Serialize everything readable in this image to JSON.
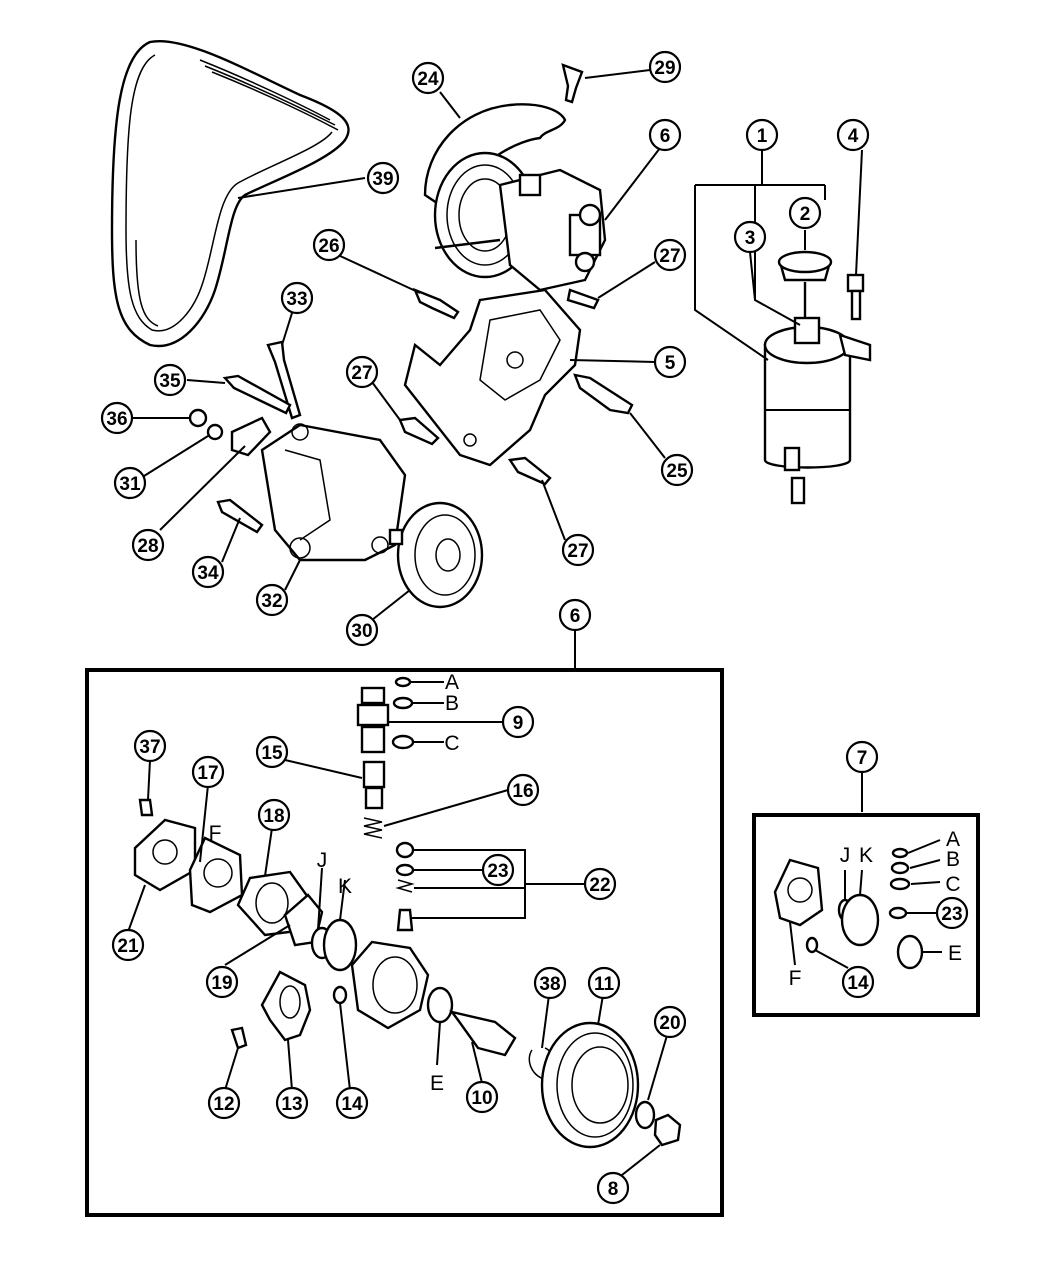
{
  "diagram": {
    "callouts": [
      {
        "id": "c1",
        "text": "1"
      },
      {
        "id": "c2",
        "text": "2"
      },
      {
        "id": "c3",
        "text": "3"
      },
      {
        "id": "c4",
        "text": "4"
      },
      {
        "id": "c5",
        "text": "5"
      },
      {
        "id": "c6a",
        "text": "6"
      },
      {
        "id": "c6b",
        "text": "6"
      },
      {
        "id": "c7",
        "text": "7"
      },
      {
        "id": "c8",
        "text": "8"
      },
      {
        "id": "c9",
        "text": "9"
      },
      {
        "id": "c10",
        "text": "10"
      },
      {
        "id": "c11",
        "text": "11"
      },
      {
        "id": "c12",
        "text": "12"
      },
      {
        "id": "c13",
        "text": "13"
      },
      {
        "id": "c14a",
        "text": "14"
      },
      {
        "id": "c14b",
        "text": "14"
      },
      {
        "id": "c15",
        "text": "15"
      },
      {
        "id": "c16",
        "text": "16"
      },
      {
        "id": "c17",
        "text": "17"
      },
      {
        "id": "c18",
        "text": "18"
      },
      {
        "id": "c19",
        "text": "19"
      },
      {
        "id": "c20",
        "text": "20"
      },
      {
        "id": "c21",
        "text": "21"
      },
      {
        "id": "c22",
        "text": "22"
      },
      {
        "id": "c23a",
        "text": "23"
      },
      {
        "id": "c23b",
        "text": "23"
      },
      {
        "id": "c24",
        "text": "24"
      },
      {
        "id": "c25",
        "text": "25"
      },
      {
        "id": "c26",
        "text": "26"
      },
      {
        "id": "c27a",
        "text": "27"
      },
      {
        "id": "c27b",
        "text": "27"
      },
      {
        "id": "c27c",
        "text": "27"
      },
      {
        "id": "c28",
        "text": "28"
      },
      {
        "id": "c29",
        "text": "29"
      },
      {
        "id": "c30",
        "text": "30"
      },
      {
        "id": "c31",
        "text": "31"
      },
      {
        "id": "c32",
        "text": "32"
      },
      {
        "id": "c33",
        "text": "33"
      },
      {
        "id": "c34",
        "text": "34"
      },
      {
        "id": "c35",
        "text": "35"
      },
      {
        "id": "c36",
        "text": "36"
      },
      {
        "id": "c37",
        "text": "37"
      },
      {
        "id": "c38",
        "text": "38"
      },
      {
        "id": "c39",
        "text": "39"
      }
    ],
    "letters": [
      {
        "id": "lA1",
        "text": "A"
      },
      {
        "id": "lB1",
        "text": "B"
      },
      {
        "id": "lC1",
        "text": "C"
      },
      {
        "id": "lF1",
        "text": "F"
      },
      {
        "id": "lJ1",
        "text": "J"
      },
      {
        "id": "lK1",
        "text": "K"
      },
      {
        "id": "lE1",
        "text": "E"
      },
      {
        "id": "lA2",
        "text": "A"
      },
      {
        "id": "lB2",
        "text": "B"
      },
      {
        "id": "lC2",
        "text": "C"
      },
      {
        "id": "lF2",
        "text": "F"
      },
      {
        "id": "lJ2",
        "text": "J"
      },
      {
        "id": "lK2",
        "text": "K"
      },
      {
        "id": "lE2",
        "text": "E"
      }
    ]
  }
}
